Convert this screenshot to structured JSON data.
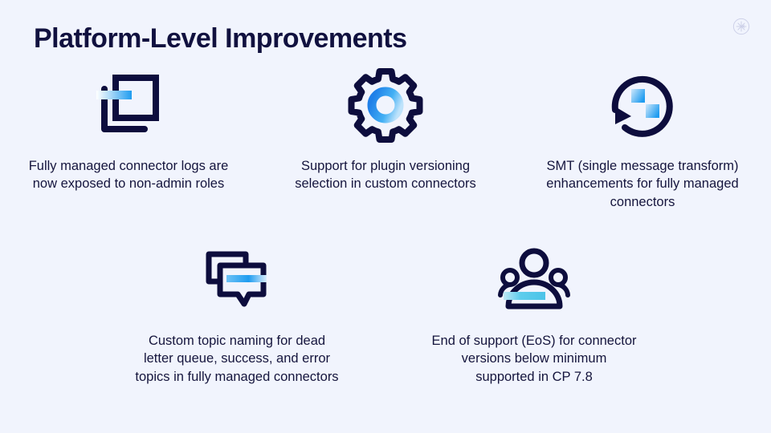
{
  "slide": {
    "title": "Platform-Level Improvements",
    "background_color": "#f1f4fd",
    "text_color": "#15153d",
    "accent_color": "#1f9cf0",
    "accent_color_light": "#5ecdec",
    "watermark_icon": "spark-circle-logo"
  },
  "items": [
    {
      "icon": "copy-squares-icon",
      "caption": "Fully managed connector logs are now exposed to non-admin roles"
    },
    {
      "icon": "gear-icon",
      "caption": "Support for plugin versioning selection in custom connectors"
    },
    {
      "icon": "refresh-circle-arrow-icon",
      "caption": "SMT (single message transform) enhancements for fully managed connectors"
    },
    {
      "icon": "chat-bubbles-icon",
      "caption": "Custom topic naming for dead letter queue, success, and error topics in fully managed connectors"
    },
    {
      "icon": "users-group-icon",
      "caption": "End of support (EoS) for connector versions below minimum supported in CP 7.8"
    }
  ]
}
